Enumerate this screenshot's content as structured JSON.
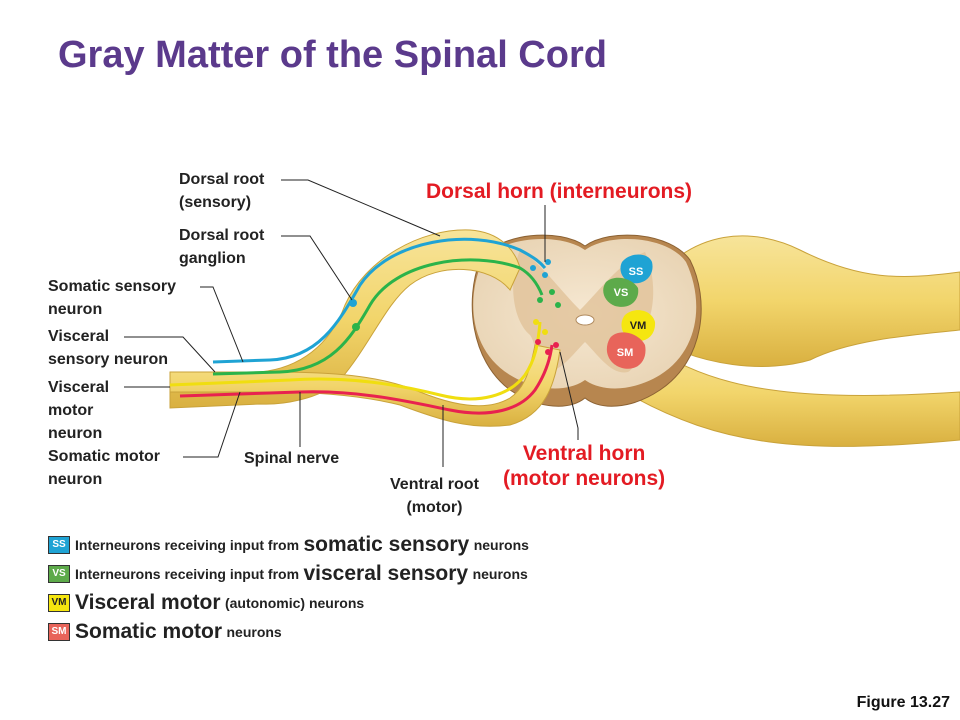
{
  "title": "Gray Matter of the Spinal Cord",
  "labels": {
    "dorsal_root": [
      "Dorsal root",
      "(sensory)"
    ],
    "dorsal_root_ganglion": [
      "Dorsal root",
      "ganglion"
    ],
    "somatic_sensory_neuron": [
      "Somatic sensory",
      "neuron"
    ],
    "visceral_sensory_neuron": [
      "Visceral",
      "sensory neuron"
    ],
    "visceral_motor_neuron": [
      "Visceral",
      "motor",
      "neuron"
    ],
    "somatic_motor_neuron": [
      "Somatic motor",
      "neuron"
    ],
    "spinal_nerve": "Spinal nerve",
    "ventral_root": [
      "Ventral root",
      "(motor)"
    ],
    "dorsal_horn": "Dorsal horn (interneurons)",
    "ventral_horn": [
      "Ventral horn",
      "(motor neurons)"
    ]
  },
  "regions": {
    "ss": "SS",
    "vs": "VS",
    "vm": "VM",
    "sm": "SM"
  },
  "legend": [
    {
      "badge": "SS",
      "color": "#1fa3d4",
      "pre": "Interneurons receiving input from",
      "big": "somatic sensory",
      "post": "neurons"
    },
    {
      "badge": "VS",
      "color": "#5daa4a",
      "pre": "Interneurons receiving input from",
      "big": "visceral sensory",
      "post": "neurons"
    },
    {
      "badge": "VM",
      "color": "#f5e60f",
      "pre": "",
      "big": "Visceral motor",
      "post": "(autonomic) neurons"
    },
    {
      "badge": "SM",
      "color": "#e8645a",
      "pre": "",
      "big": "Somatic motor",
      "post": "neurons"
    }
  ],
  "figure": "Figure 13.27",
  "colors": {
    "title": "#5b3a8c",
    "highlight_red": "#e31b23",
    "nerve_yellow": "#f2d56b",
    "cord_tan": "#f0dfc4",
    "gray_matter": "#e2c49c"
  }
}
